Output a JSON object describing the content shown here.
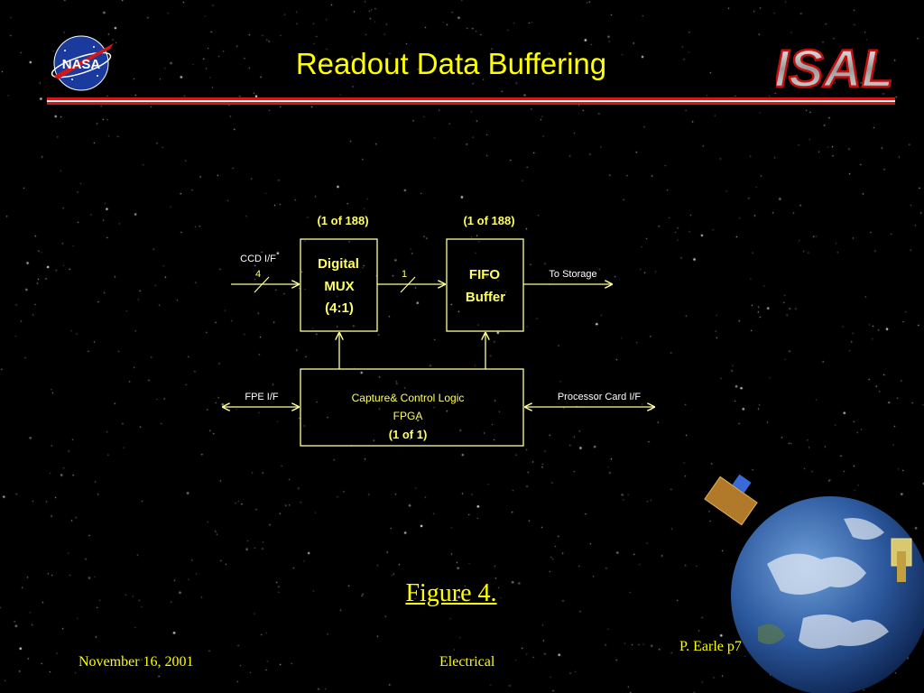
{
  "slide": {
    "title": "Readout Data Buffering",
    "figure_caption": "Figure 4.",
    "footer": {
      "date": "November 16, 2001",
      "department": "Electrical",
      "author_page": "P. Earle  p7"
    },
    "logos": {
      "left": "nasa-logo",
      "right": "ISAL",
      "accent_color": "#d01818"
    }
  },
  "diagram": {
    "mux_block": {
      "count_label": "(1 of 188)",
      "lines": [
        "Digital",
        "MUX",
        "(4:1)"
      ]
    },
    "fifo_block": {
      "count_label": "(1 of 188)",
      "lines": [
        "FIFO",
        "Buffer"
      ]
    },
    "control_block": {
      "line1": "Capture& Control Logic",
      "line2": "FPGA",
      "line3": "(1 of 1)"
    },
    "input_ccd": {
      "label": "CCD I/F",
      "width": "4"
    },
    "link_mux_fifo": {
      "width": "1"
    },
    "output": {
      "label": "To Storage"
    },
    "fpe_interface": {
      "label": "FPE I/F"
    },
    "processor_interface": {
      "label": "Processor Card I/F"
    },
    "colors": {
      "box_border": "#ffff99",
      "box_text": "#ffff66",
      "label": "#ffffff"
    }
  }
}
